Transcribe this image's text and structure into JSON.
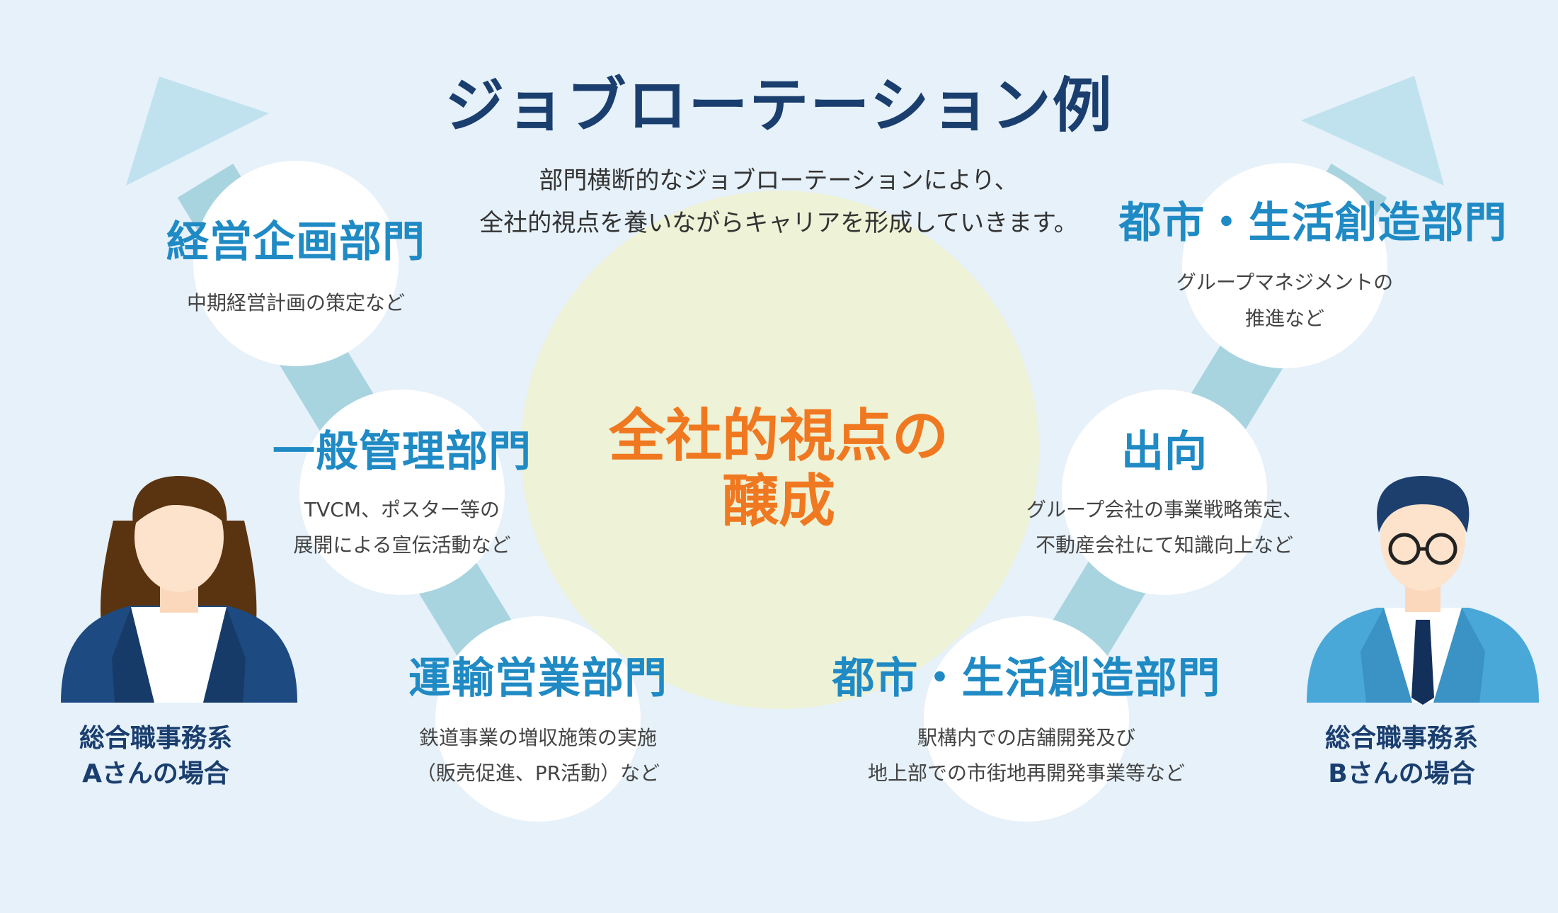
{
  "title": "ジョブローテーション例",
  "subtitle": {
    "line1": "部門横断的なジョブローテーションにより、",
    "line2": "全社的視点を養いながらキャリアを形成していきます。"
  },
  "center": {
    "line1": "全社的視点の",
    "line2": "醸成"
  },
  "person_a": {
    "line1": "総合職事務系",
    "line2": "Aさんの場合"
  },
  "person_b": {
    "line1": "総合職事務系",
    "line2": "Bさんの場合"
  },
  "left_path": {
    "step1": {
      "name": "運輸営業部門",
      "desc1": "鉄道事業の増収施策の実施",
      "desc2": "（販売促進、PR活動）など"
    },
    "step2": {
      "name": "一般管理部門",
      "desc1": "TVCM、ポスター等の",
      "desc2": "展開による宣伝活動など"
    },
    "step3": {
      "name": "経営企画部門",
      "desc1": "中期経営計画の策定など"
    }
  },
  "right_path": {
    "step1": {
      "name": "都市・生活創造部門",
      "desc1": "駅構内での店舗開発及び",
      "desc2": "地上部での市街地再開発事業等など"
    },
    "step2": {
      "name": "出向",
      "desc1": "グループ会社の事業戦略策定、",
      "desc2": "不動産会社にて知識向上など"
    },
    "step3": {
      "name": "都市・生活創造部門",
      "desc1": "グループマネジメントの",
      "desc2": "推進など"
    }
  },
  "colors": {
    "background": "#e6f1fa",
    "title": "#1a3e6e",
    "dept_name": "#1f8ac4",
    "center_text": "#f07820",
    "center_circle": "#eef2d6",
    "arrow": "#a8d4e0",
    "arrow_head": "#bfe2ee",
    "node_circle": "#ffffff"
  },
  "icons": [
    "arrow-up-left-icon",
    "arrow-up-right-icon",
    "businesswoman-icon",
    "businessman-icon"
  ]
}
